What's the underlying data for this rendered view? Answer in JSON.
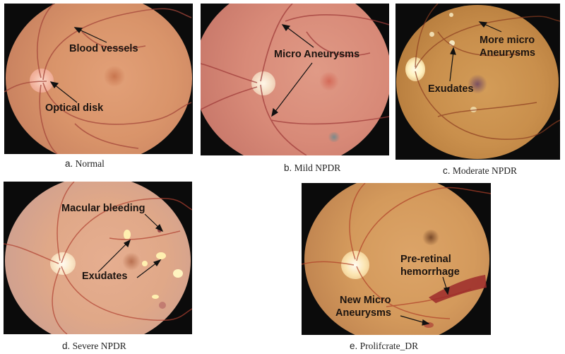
{
  "figure": {
    "panels": [
      {
        "id": "a",
        "letter": "a.",
        "caption": "Normal",
        "annotations": [
          "Blood vessels",
          "Optical disk"
        ],
        "colors": {
          "retina": "#d9946a",
          "edge": "#b87555",
          "disk": "#f3b6a0"
        }
      },
      {
        "id": "b",
        "letter": "b.",
        "caption": "Mild NPDR",
        "annotations": [
          "Micro Aneurysms"
        ],
        "colors": {
          "retina": "#d88a78",
          "edge": "#b86a5c",
          "disk": "#f6e0c8"
        }
      },
      {
        "id": "c",
        "letter": "c.",
        "caption": "Moderate NPDR",
        "annotations": [
          "More micro",
          "Aneurysms",
          "Exudates"
        ],
        "colors": {
          "retina": "#c98f4c",
          "edge": "#9a6530",
          "disk": "#fff2c0"
        }
      },
      {
        "id": "d",
        "letter": "d.",
        "caption": "Severe NPDR",
        "annotations": [
          "Macular bleeding",
          "Exudates"
        ],
        "colors": {
          "retina": "#e0a888",
          "edge": "#b88a78",
          "disk": "#fbe8c8"
        }
      },
      {
        "id": "e",
        "letter": "e.",
        "caption": "Prolifcrate_DR",
        "annotations": [
          "Pre-retinal",
          "hemorrhage",
          "New Micro",
          "Aneurysms"
        ],
        "colors": {
          "retina": "#d49a5c",
          "edge": "#a86e3c",
          "disk": "#fbe4b0",
          "hemorrhage": "#9c2a2a"
        }
      }
    ]
  }
}
